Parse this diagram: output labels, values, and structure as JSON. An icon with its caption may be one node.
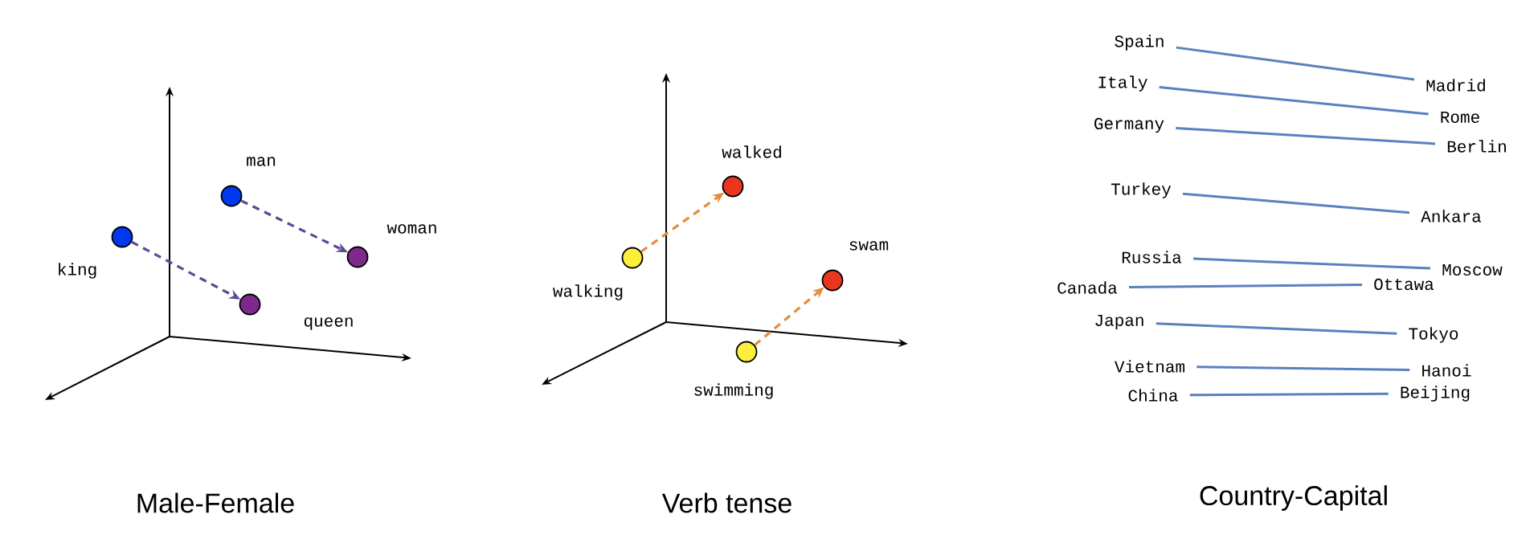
{
  "diagram": {
    "nodes": [
      {
        "text": [],
        "shape": "circle",
        "beside": [
          "king"
        ]
      },
      {
        "text": [],
        "shape": "circle",
        "beside": [
          "queen"
        ]
      },
      {
        "text": [],
        "shape": "circle",
        "beside": [
          "man"
        ]
      },
      {
        "text": [],
        "shape": "circle",
        "beside": [
          "woman"
        ]
      },
      {
        "text": [],
        "shape": "circle",
        "beside": [
          "walking"
        ]
      },
      {
        "text": [],
        "shape": "circle",
        "beside": [
          "walked"
        ]
      },
      {
        "text": [],
        "shape": "circle",
        "beside": [
          "swimming"
        ]
      },
      {
        "text": [],
        "shape": "circle",
        "beside": [
          "swam"
        ]
      },
      {
        "text": [
          "Spain"
        ]
      },
      {
        "text": [
          "Madrid"
        ]
      },
      {
        "text": [
          "Italy"
        ]
      },
      {
        "text": [
          "Rome"
        ]
      },
      {
        "text": [
          "Germany"
        ]
      },
      {
        "text": [
          "Berlin"
        ]
      },
      {
        "text": [
          "Turkey"
        ]
      },
      {
        "text": [
          "Ankara"
        ]
      },
      {
        "text": [
          "Russia"
        ]
      },
      {
        "text": [
          "Moscow"
        ]
      },
      {
        "text": [
          "Canada"
        ]
      },
      {
        "text": [
          "Ottawa"
        ]
      },
      {
        "text": [
          "Japan"
        ]
      },
      {
        "text": [
          "Tokyo"
        ]
      },
      {
        "text": [
          "Vietnam"
        ]
      },
      {
        "text": [
          "Hanoi"
        ]
      },
      {
        "text": [
          "China"
        ]
      },
      {
        "text": [
          "Beijing"
        ]
      }
    ],
    "edges": [
      {
        "from": 0,
        "to": 1,
        "arrow": "to",
        "style": "dashed",
        "color": "#5b4a94"
      },
      {
        "from": 2,
        "to": 3,
        "arrow": "to",
        "style": "dashed",
        "color": "#5b4a94"
      },
      {
        "from": 4,
        "to": 5,
        "arrow": "to",
        "style": "dashed",
        "color": "#e38c3f"
      },
      {
        "from": 6,
        "to": 7,
        "arrow": "to",
        "style": "dashed",
        "color": "#e38c3f"
      },
      {
        "from": 8,
        "to": 9,
        "arrow": "none"
      },
      {
        "from": 10,
        "to": 11,
        "arrow": "none"
      },
      {
        "from": 12,
        "to": 13,
        "arrow": "none"
      },
      {
        "from": 14,
        "to": 15,
        "arrow": "none"
      },
      {
        "from": 16,
        "to": 17,
        "arrow": "none"
      },
      {
        "from": 18,
        "to": 19,
        "arrow": "none"
      },
      {
        "from": 20,
        "to": 21,
        "arrow": "none"
      },
      {
        "from": 22,
        "to": 23,
        "arrow": "none"
      },
      {
        "from": 24,
        "to": 25,
        "arrow": "none"
      }
    ],
    "labels": [
      "Male-Female",
      "Verb tense",
      "Country-Capital"
    ]
  }
}
